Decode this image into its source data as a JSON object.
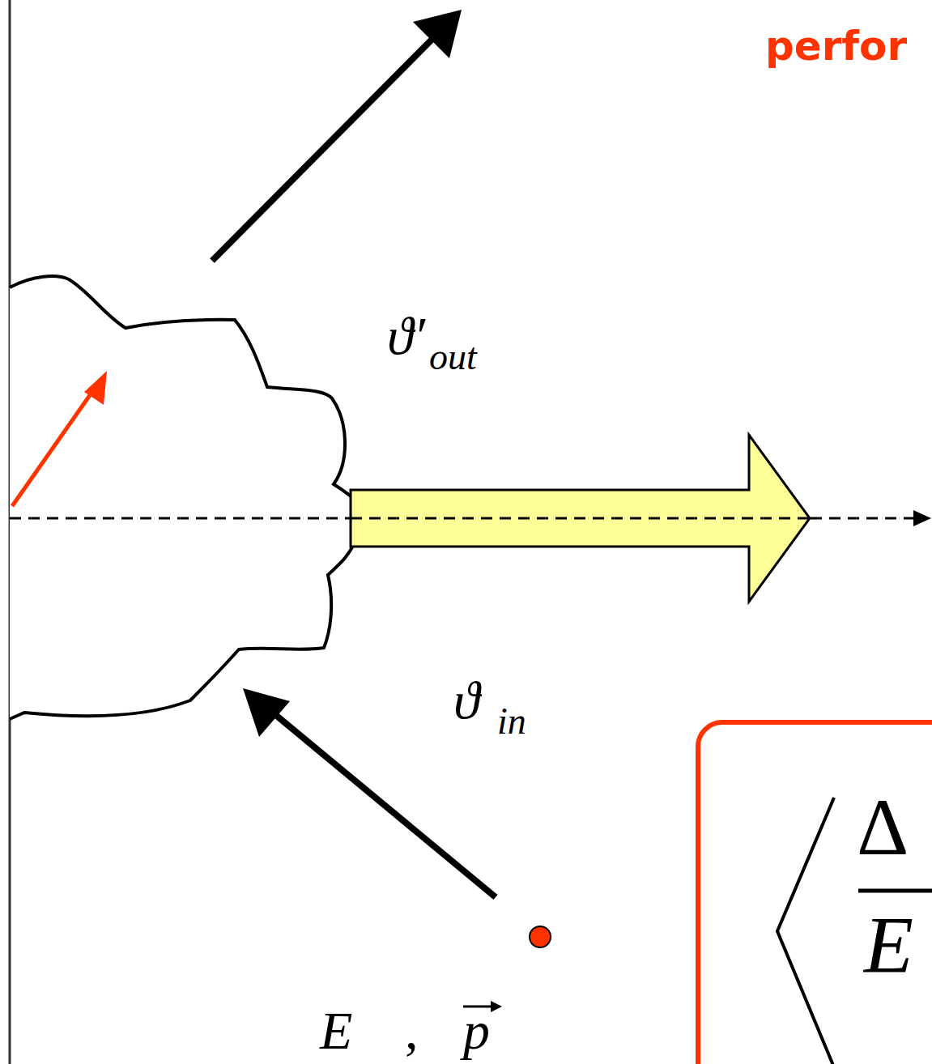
{
  "diagram": {
    "nodes": [
      {
        "text": [
          "Δ",
          "E"
        ]
      }
    ],
    "labels": [
      "perfor",
      "ϑ′",
      "out",
      "ϑ",
      "in",
      "E",
      ",",
      "p"
    ]
  }
}
